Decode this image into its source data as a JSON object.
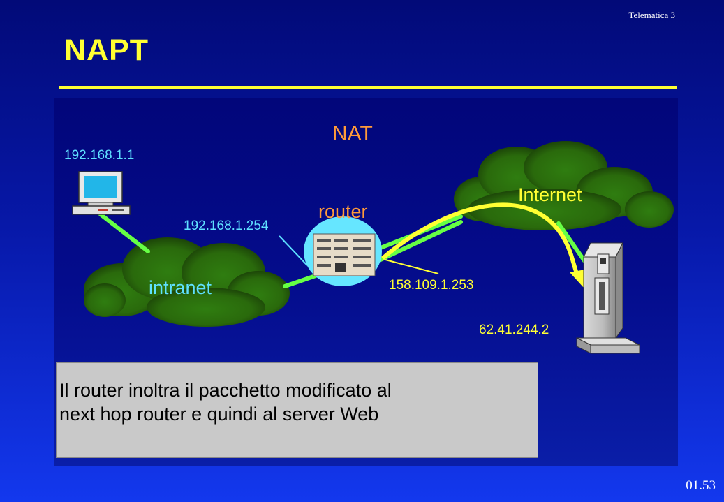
{
  "slide": {
    "course_label": "Telematica 3",
    "title": "NAPT",
    "page_number": "01.53"
  },
  "diagram": {
    "nat_label": "NAT",
    "host_ip": "192.168.1.1",
    "router_label": "router",
    "router_internal_ip": "192.168.1.254",
    "router_external_ip": "158.109.1.253",
    "intranet_label": "intranet",
    "internet_label": "Internet",
    "server_ip": "62.41.244.2"
  },
  "caption": {
    "line1": "Il router inoltra il pacchetto modificato al",
    "line2": "next hop router e quindi al server Web"
  },
  "colors": {
    "title": "#ffff33",
    "accent_orange": "#ff9a3a",
    "ip_cyan": "#5fe0ff",
    "link_green": "#66ff44",
    "arrow_yellow": "#ffff33",
    "cloud_green": "#2f7d10"
  }
}
